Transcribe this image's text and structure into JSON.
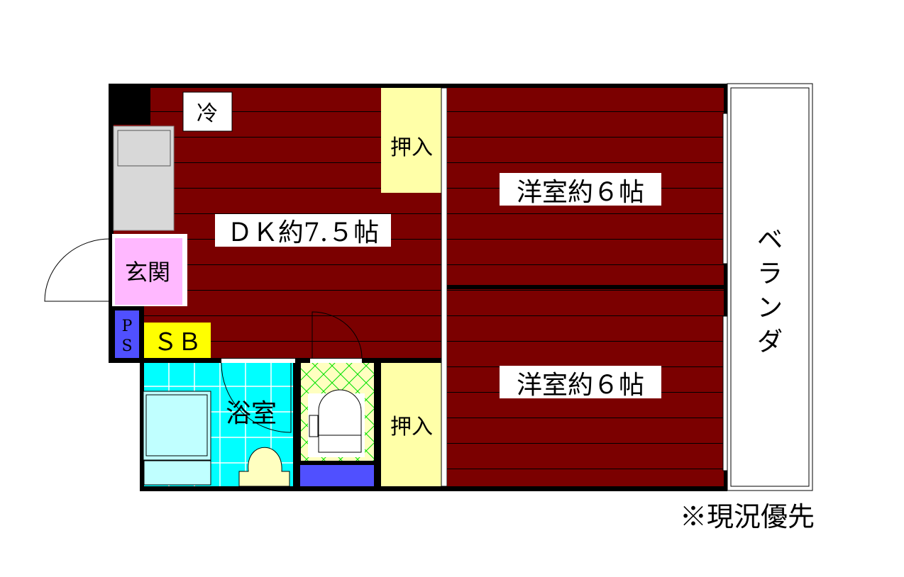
{
  "rooms": {
    "fridge": "冷",
    "closet_top": "押入",
    "closet_bottom": "押入",
    "room_top": "洋室約６帖",
    "room_bottom": "洋室約６帖",
    "dk": "ＤＫ約7.５帖",
    "entrance": "玄関",
    "ps_p": "P",
    "ps_s": "S",
    "sb": "ＳＢ",
    "bath": "浴室",
    "veranda": [
      "ベ",
      "ラ",
      "ン",
      "ダ"
    ]
  },
  "note": "※現況優先",
  "colors": {
    "floor": "#7b0000",
    "bath": "#00ffff",
    "closet": "#ffffa8",
    "entrance": "#ffb8ff",
    "ps": "#5050ff",
    "sb": "#ffff00"
  }
}
